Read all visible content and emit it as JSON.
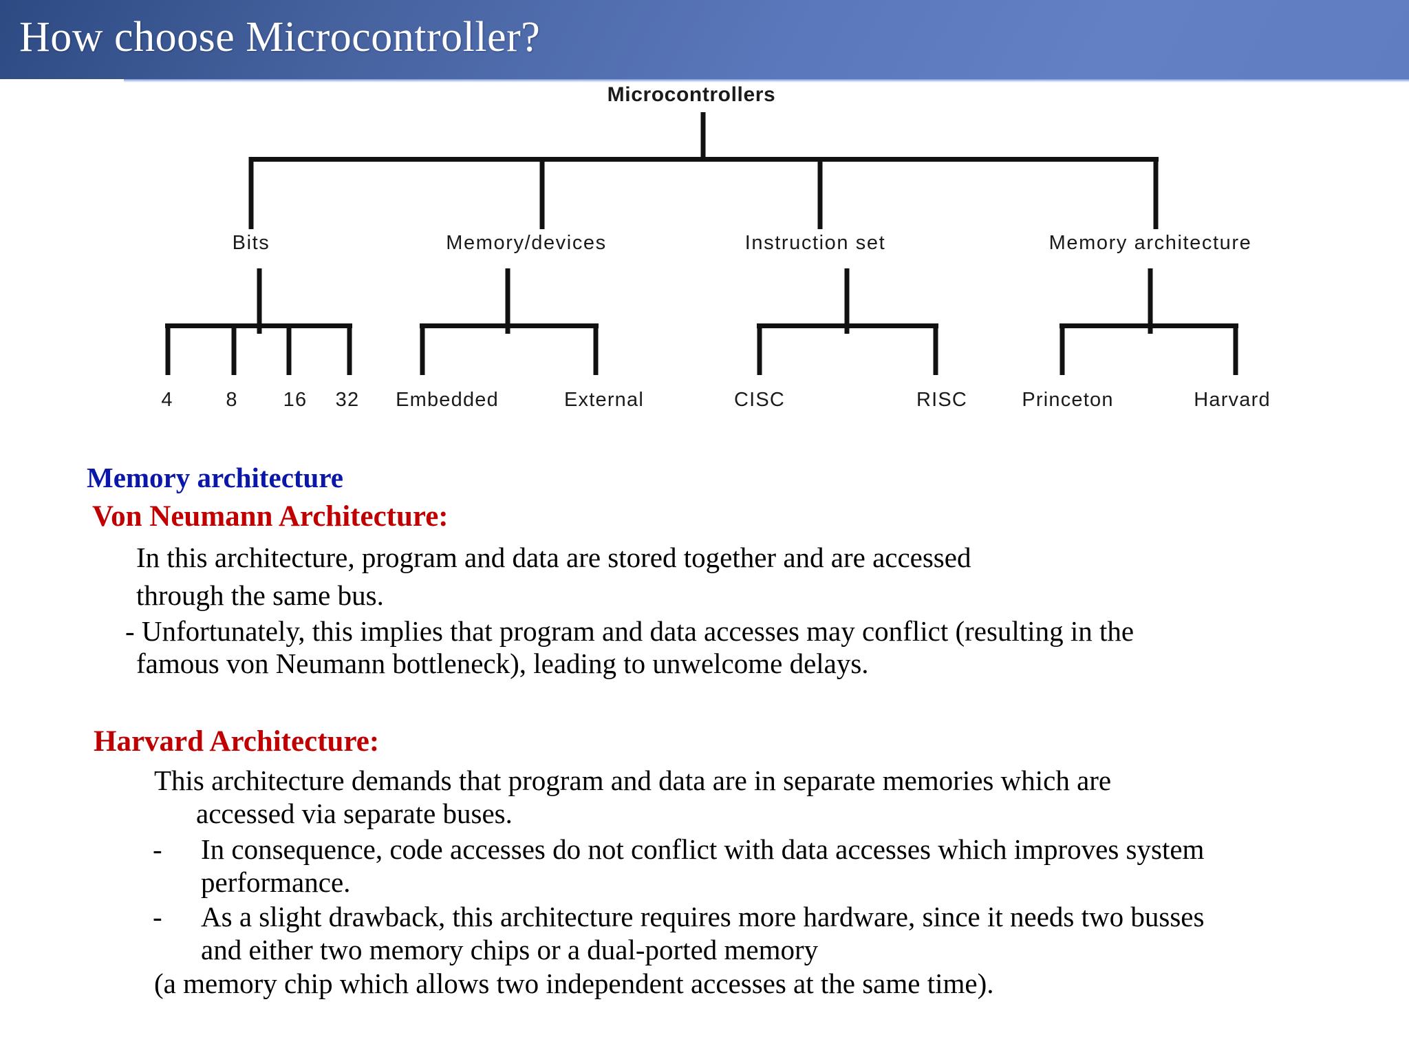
{
  "header": {
    "title": "How choose Microcontroller?",
    "gradient_from": "#2e4a83",
    "gradient_to": "#617dc2",
    "title_color": "#ffffff"
  },
  "diagram": {
    "type": "tree",
    "root": "Microcontrollers",
    "categories": [
      {
        "label": "Bits",
        "children": [
          "4",
          "8",
          "16",
          "32"
        ]
      },
      {
        "label": "Memory/devices",
        "children": [
          "Embedded",
          "External"
        ]
      },
      {
        "label": "Instruction set",
        "children": [
          "CISC",
          "RISC"
        ]
      },
      {
        "label": "Memory architecture",
        "children": [
          "Princeton",
          "Harvard"
        ]
      }
    ],
    "line_color": "#111111",
    "text_color": "#1a1a1a"
  },
  "body": {
    "section_heading": "Memory architecture",
    "section_heading_color": "#0a17a8",
    "von_neumann": {
      "heading": "Von Neumann Architecture:",
      "heading_color": "#c00000",
      "line1": "In this architecture, program and data are stored together and are accessed",
      "line2": "through the same bus.",
      "line3": "- Unfortunately, this implies that program and data accesses may conflict (resulting in the",
      "line4": "famous von Neumann bottleneck), leading to unwelcome delays."
    },
    "harvard": {
      "heading": "Harvard Architecture:",
      "heading_color": "#c00000",
      "intro_line1": "This architecture demands that program and data are in separate memories which are",
      "intro_line2": "accessed via separate buses.",
      "bullet1_dash": "-",
      "bullet1_line1": "In consequence, code accesses do not conflict with data accesses which improves system",
      "bullet1_line2": "performance.",
      "bullet2_dash": "-",
      "bullet2_line1": "As a slight drawback, this architecture requires more hardware, since it needs two busses",
      "bullet2_line2": "and either two memory chips or a dual-ported memory",
      "closing": "(a memory chip which allows two independent accesses at the same time)."
    }
  }
}
